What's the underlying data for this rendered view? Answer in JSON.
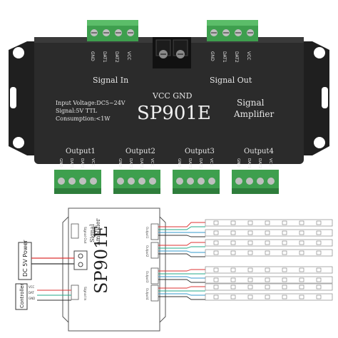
{
  "device": {
    "model": "SP901E",
    "type_line1": "Signal",
    "type_line2": "Amplifier",
    "power_label": "VCC GND",
    "spec_voltage": "Input Voltage:DC5~24V",
    "spec_signal": "Signal:5V TTL",
    "spec_consumption": "Consumption:<1W",
    "signal_in": "Signal In",
    "signal_out": "Signal Out",
    "pins": [
      "GND",
      "DAT1",
      "DAT2",
      "VCC"
    ],
    "outputs": [
      "Output1",
      "Output2",
      "Output3",
      "Output4"
    ],
    "colors": {
      "housing": "#2a2a2a",
      "terminal": "#3a9a4a",
      "text": "#e6e6e6"
    }
  },
  "diagram": {
    "model": "SP901E",
    "type_line1": "Signal",
    "type_line2": "Amplifier",
    "power_source": "DC 5V Power",
    "controller": "Controller",
    "controller_pins": [
      "VCC",
      "DAT",
      "GND"
    ],
    "outputs": [
      "Output1",
      "Output2",
      "Output3",
      "Output4"
    ],
    "signal_in": "Signal In",
    "signal_out": "Signal Out"
  }
}
